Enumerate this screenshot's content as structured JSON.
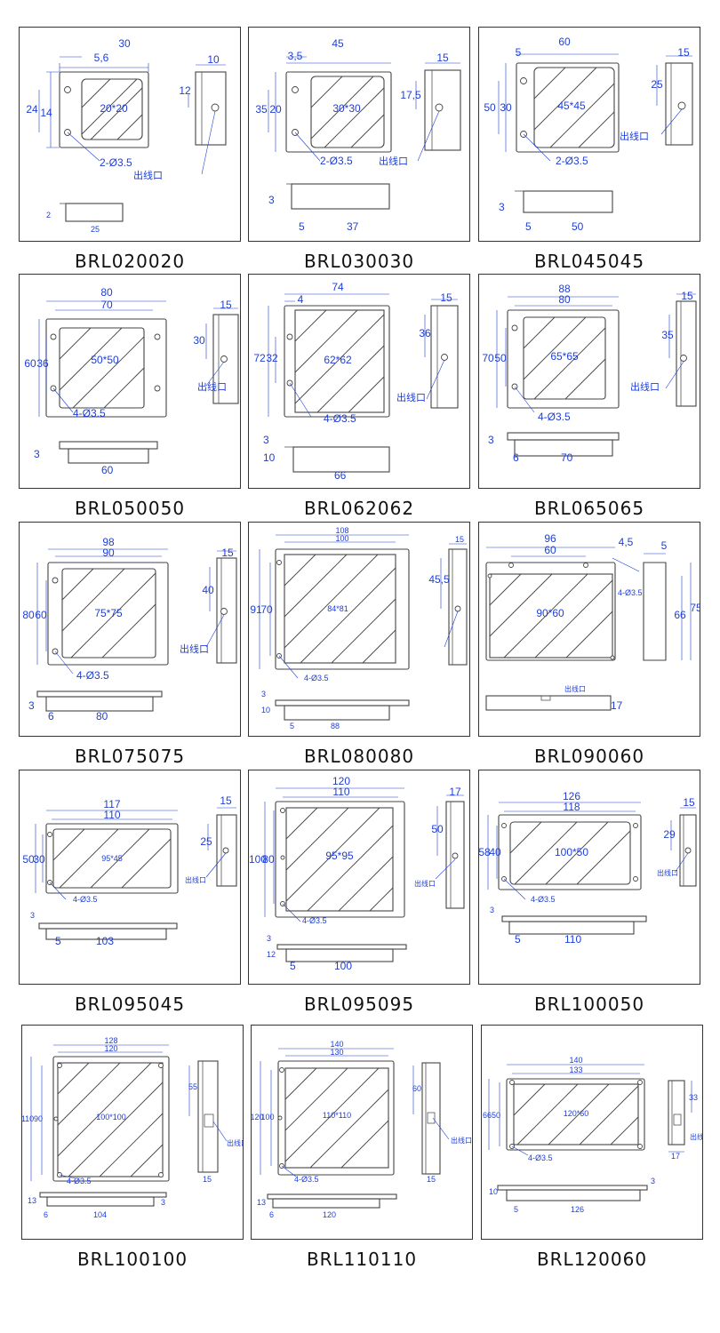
{
  "colors": {
    "dimension": "#1f3fd6",
    "outline": "#444444",
    "caption": "#111111"
  },
  "models": [
    {
      "name": "BRL020020",
      "window": "20*20",
      "width": "30",
      "inner_width": "5,6",
      "height": "24",
      "inner_height": "14",
      "side_height": "12",
      "side_width": "10",
      "holes": "2-Ø3.5",
      "outlet": "出线口",
      "bottom_thickness": "2",
      "bottom_length": "25",
      "bottom_offset": "",
      "step": ""
    },
    {
      "name": "BRL030030",
      "window": "30*30",
      "width": "45",
      "inner_width": "3,5",
      "height": "35",
      "inner_height": "20",
      "side_height": "17,5",
      "side_width": "15",
      "holes": "2-Ø3.5",
      "outlet": "出线口",
      "bottom_thickness": "3",
      "bottom_length": "37",
      "bottom_offset": "5",
      "step": ""
    },
    {
      "name": "BRL045045",
      "window": "45*45",
      "width": "60",
      "inner_width": "5",
      "height": "50",
      "inner_height": "30",
      "side_height": "25",
      "side_width": "15",
      "holes": "2-Ø3.5",
      "outlet": "出线口",
      "bottom_thickness": "3",
      "bottom_length": "50",
      "bottom_offset": "5",
      "step": ""
    },
    {
      "name": "BRL050050",
      "window": "50*50",
      "width": "80",
      "inner_width": "70",
      "height": "60",
      "inner_height": "36",
      "side_height": "30",
      "side_width": "15",
      "holes": "4-Ø3.5",
      "outlet": "出线口",
      "bottom_thickness": "3",
      "bottom_length": "60",
      "bottom_offset": "",
      "step": ""
    },
    {
      "name": "BRL062062",
      "window": "62*62",
      "width": "74",
      "inner_width": "4",
      "height": "72",
      "inner_height": "32",
      "side_height": "36",
      "side_width": "15",
      "holes": "4-Ø3.5",
      "outlet": "出线口",
      "bottom_thickness": "10",
      "bottom_length": "66",
      "bottom_offset": "",
      "step": "3"
    },
    {
      "name": "BRL065065",
      "window": "65*65",
      "width": "88",
      "inner_width": "80",
      "height": "70",
      "inner_height": "50",
      "side_height": "35",
      "side_width": "15",
      "holes": "4-Ø3.5",
      "outlet": "出线口",
      "bottom_thickness": "3",
      "bottom_length": "70",
      "bottom_offset": "6",
      "step": ""
    },
    {
      "name": "BRL075075",
      "window": "75*75",
      "width": "98",
      "inner_width": "90",
      "height": "80",
      "inner_height": "60",
      "side_height": "40",
      "side_width": "15",
      "holes": "4-Ø3.5",
      "outlet": "出线口",
      "bottom_thickness": "3",
      "bottom_length": "80",
      "bottom_offset": "6",
      "step": ""
    },
    {
      "name": "BRL080080",
      "window": "84*81",
      "width": "108",
      "inner_width": "100",
      "height": "91",
      "inner_height": "70",
      "side_height": "45,5",
      "side_width": "15",
      "holes": "4-Ø3.5",
      "outlet": "",
      "bottom_thickness": "10",
      "bottom_length": "88",
      "bottom_offset": "5",
      "step": "3"
    },
    {
      "name": "BRL090060",
      "window": "90*60",
      "width": "96",
      "inner_width": "60",
      "height": "",
      "inner_height": "",
      "side_height": "75",
      "side_width": "5",
      "holes": "4-Ø3.5",
      "outlet": "出线口",
      "bottom_thickness": "17",
      "bottom_length": "",
      "bottom_offset": "",
      "step": "4,5",
      "side_inner": "66"
    },
    {
      "name": "BRL095045",
      "window": "95*45",
      "width": "117",
      "inner_width": "110",
      "height": "50",
      "inner_height": "30",
      "side_height": "25",
      "side_width": "15",
      "holes": "4-Ø3.5",
      "outlet": "出线口",
      "bottom_thickness": "3",
      "bottom_length": "103",
      "bottom_offset": "5",
      "step": ""
    },
    {
      "name": "BRL095095",
      "window": "95*95",
      "width": "120",
      "inner_width": "110",
      "height": "100",
      "inner_height": "80",
      "side_height": "50",
      "side_width": "17",
      "holes": "4-Ø3.5",
      "outlet": "出线口",
      "bottom_thickness": "12",
      "bottom_length": "100",
      "bottom_offset": "5",
      "step": "3"
    },
    {
      "name": "BRL100050",
      "window": "100*50",
      "width": "126",
      "inner_width": "118",
      "height": "58",
      "inner_height": "40",
      "side_height": "29",
      "side_width": "15",
      "holes": "4-Ø3.5",
      "outlet": "出线口",
      "bottom_thickness": "3",
      "bottom_length": "110",
      "bottom_offset": "5",
      "step": ""
    },
    {
      "name": "BRL100100",
      "window": "100*100",
      "width": "128",
      "inner_width": "120",
      "height": "110",
      "inner_height": "90",
      "side_height": "55",
      "side_width": "15",
      "holes": "4-Ø3.5",
      "outlet": "出线口",
      "bottom_thickness": "13",
      "bottom_length": "104",
      "bottom_offset": "6",
      "step": "3"
    },
    {
      "name": "BRL110110",
      "window": "110*110",
      "width": "140",
      "inner_width": "130",
      "height": "120",
      "inner_height": "100",
      "side_height": "60",
      "side_width": "15",
      "holes": "4-Ø3.5",
      "outlet": "出线口",
      "bottom_thickness": "13",
      "bottom_length": "120",
      "bottom_offset": "6",
      "step": ""
    },
    {
      "name": "BRL120060",
      "window": "120*60",
      "width": "140",
      "inner_width": "133",
      "height": "66",
      "inner_height": "50",
      "side_height": "33",
      "side_width": "17",
      "holes": "4-Ø3.5",
      "outlet": "出线口",
      "bottom_thickness": "10",
      "bottom_length": "126",
      "bottom_offset": "5",
      "step": "3"
    }
  ]
}
